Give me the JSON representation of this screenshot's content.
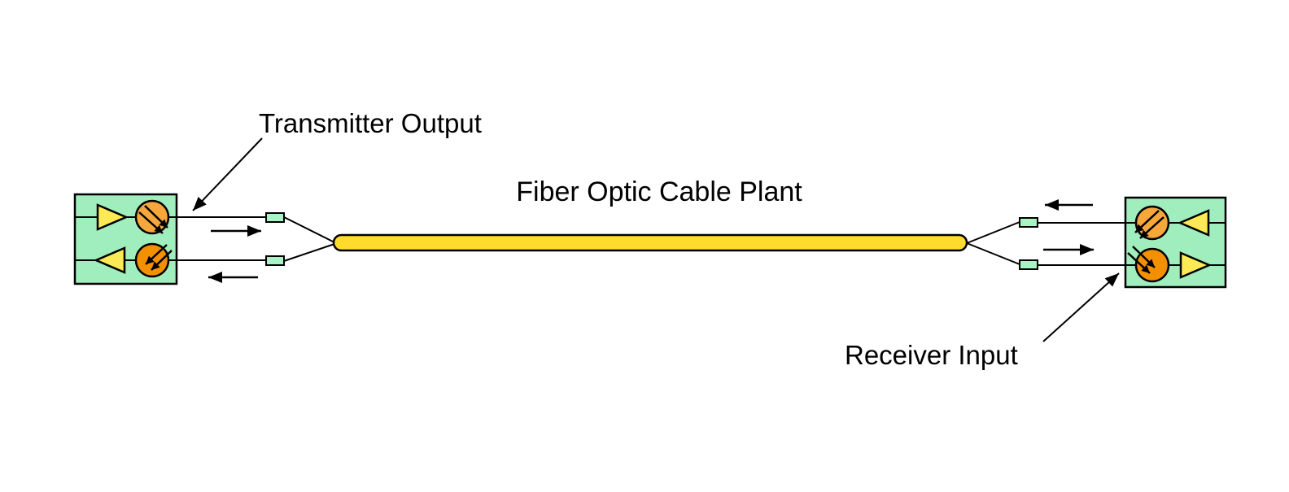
{
  "diagram": {
    "title": "Fiber Optic Cable Plant",
    "transmitter_label": "Transmitter Output",
    "receiver_label": "Receiver Input",
    "colors": {
      "background": "#FFFFFF",
      "line": "#000000",
      "transceiver_box_fill": "#A0EDBD",
      "connector_fill": "#A9F4C5",
      "led_fill": "#F5A73B",
      "photodiode_fill": "#F39000",
      "amplifier_fill": "#FBEA55",
      "cable_fill": "#FFDB2E"
    }
  }
}
